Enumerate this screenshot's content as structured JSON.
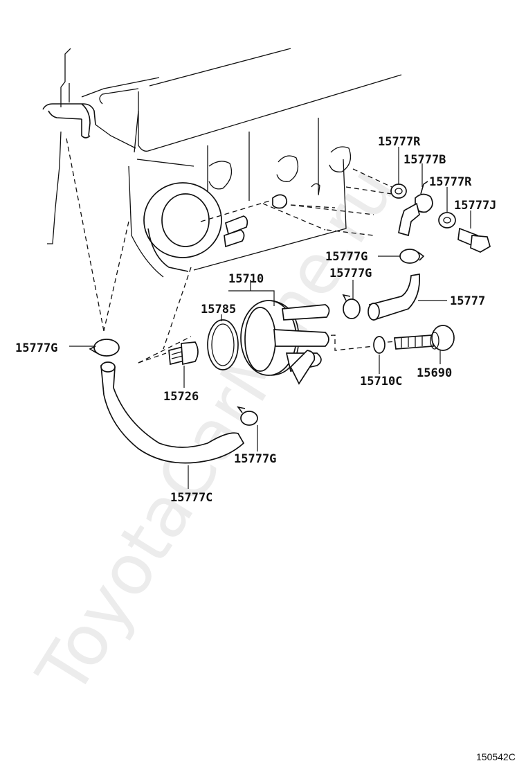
{
  "watermark": "ToyotaCarMine.ru",
  "figure_id": "150542C",
  "callouts": {
    "p15777R_a": "15777R",
    "p15777B": "15777B",
    "p15777R_b": "15777R",
    "p15777J": "15777J",
    "p15777G_hose_top": "15777G",
    "p15777G_upper": "15777G",
    "p15777": "15777",
    "p15710": "15710",
    "p15785": "15785",
    "p15777G_left": "15777G",
    "p15726": "15726",
    "p15710C": "15710C",
    "p15690": "15690",
    "p15777G_lower": "15777G",
    "p15777C": "15777C"
  }
}
